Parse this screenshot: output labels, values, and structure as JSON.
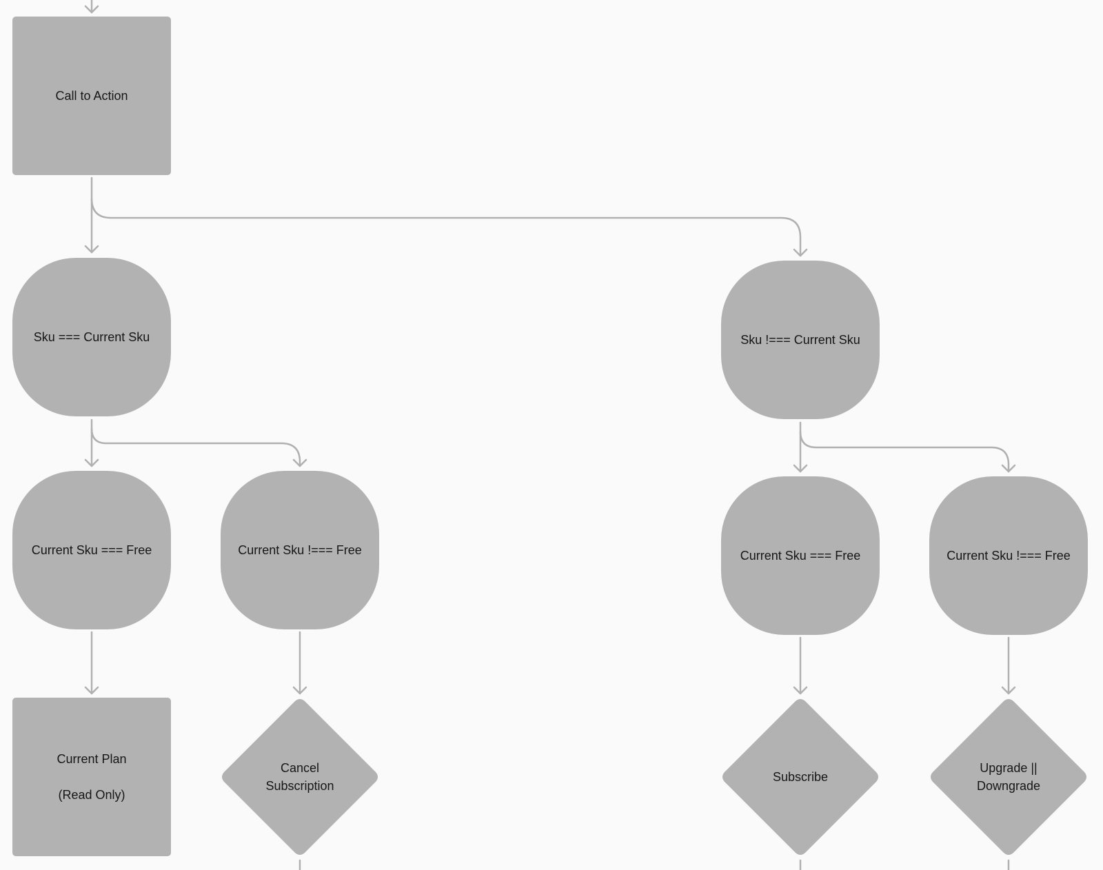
{
  "diagram": {
    "colors": {
      "background": "#fafafa",
      "node_fill": "#b2b2b2",
      "connector": "#b0b0b0",
      "text": "#161616"
    },
    "nodes": {
      "call_to_action": "Call to Action",
      "sku_equal": "Sku === Current Sku",
      "sku_not_equal": "Sku !=== Current Sku",
      "left_free": "Current Sku === Free",
      "left_not_free": "Current Sku !=== Free",
      "right_free": "Current Sku === Free",
      "right_not_free": "Current Sku !=== Free",
      "current_plan": {
        "line1": "Current Plan",
        "line2": "(Read Only)"
      },
      "cancel_subscription": "Cancel\nSubscription",
      "subscribe": "Subscribe",
      "upgrade_downgrade": "Upgrade ||\nDowngrade"
    }
  }
}
